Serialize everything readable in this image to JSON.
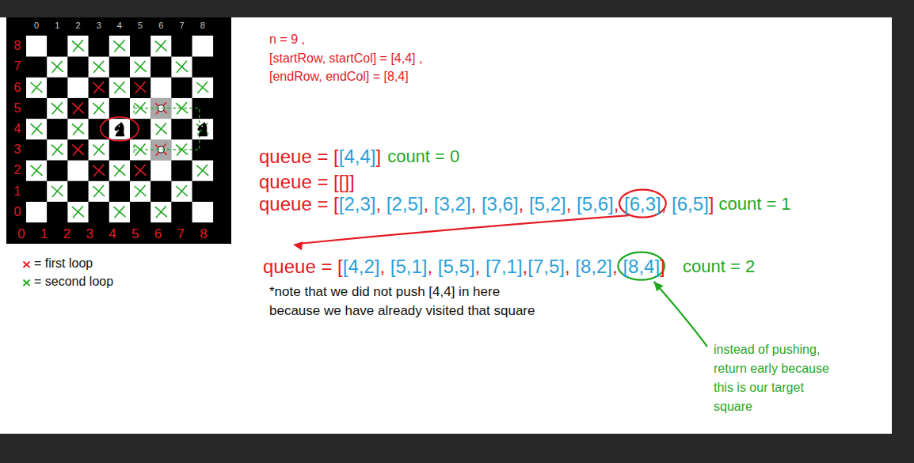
{
  "diagram": {
    "labels": [
      "0",
      "1",
      "2",
      "3",
      "4",
      "5",
      "6",
      "7",
      "8",
      "8",
      "7",
      "6",
      "5",
      "4",
      "3",
      "2",
      "1",
      "0",
      "0",
      "1",
      "2",
      "3",
      "4",
      "5",
      "6",
      "7",
      "8",
      "n = 9 ,",
      "[startRow, startCol] = [4,4] ,",
      "[endRow, endCol] = [8,4]",
      "queue = [[4,4]]",
      "count = 0",
      "queue = [[]]",
      "queue = [[2,3], [2,5], [3,2], [3,6], [5,2], [5,6], [6,3], [6,5]]",
      "count = 1",
      "queue = [[4,2], [5,1], [5,5], [7,1],[7,5], [8,2], [8,4]]",
      "count = 2",
      "*note that we did not push [4,4] in here because we have already visited that square",
      "instead of pushing, return early because this is our target square"
    ],
    "legend": [
      {
        "text": "= first loop",
        "color": "#e31b23"
      },
      {
        "text": "= second loop",
        "color": "#1fa81f"
      }
    ]
  }
}
